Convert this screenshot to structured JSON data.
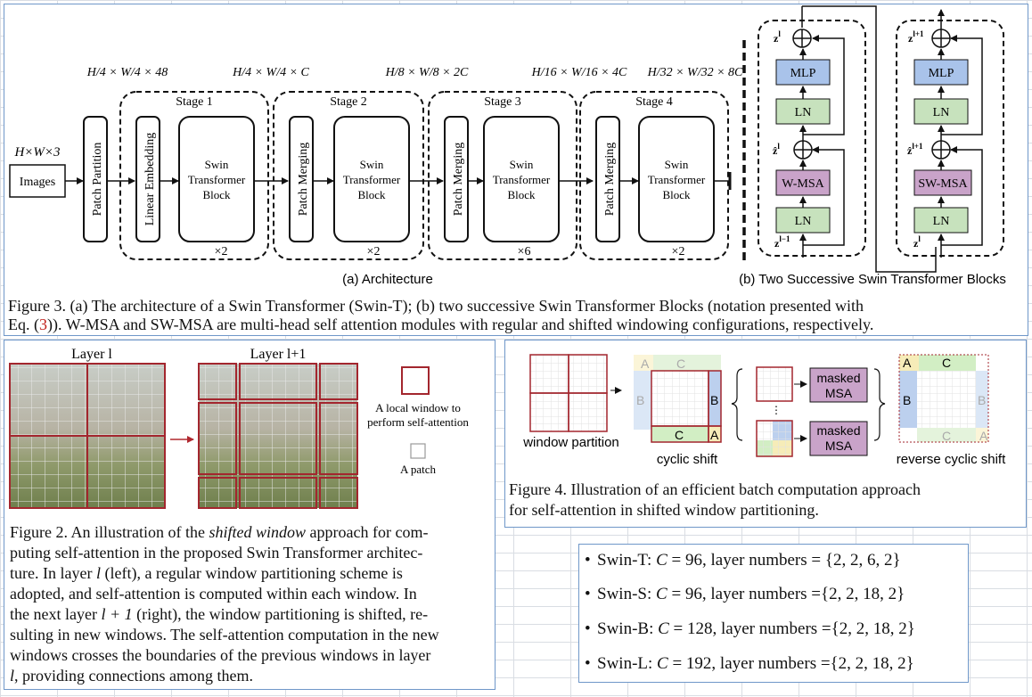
{
  "figure3": {
    "dims": {
      "stage1": "H/4 × W/4 × 48",
      "stage1_out": "H/4 × W/4 × C",
      "stage2_out": "H/8 × W/8 × 2C",
      "stage3_out": "H/16 × W/16 × 4C",
      "stage4_out": "H/32 × W/32 × 8C"
    },
    "input_dim": "H×W×3",
    "images_label": "Images",
    "patch_partition": "Patch Partition",
    "linear_embedding": "Linear Embedding",
    "patch_merging": "Patch Merging",
    "swin_block_lines": [
      "Swin",
      "Transformer",
      "Block"
    ],
    "stages": [
      {
        "label": "Stage 1",
        "repeat": "×2"
      },
      {
        "label": "Stage 2",
        "repeat": "×2"
      },
      {
        "label": "Stage 3",
        "repeat": "×6"
      },
      {
        "label": "Stage 4",
        "repeat": "×2"
      }
    ],
    "block_a": {
      "mlp": "MLP",
      "ln": "LN",
      "msa": "W-MSA",
      "z_out": "z^l",
      "z_hat": "ẑ^l",
      "z_in": "z^{l−1}"
    },
    "block_b": {
      "mlp": "MLP",
      "ln": "LN",
      "msa": "SW-MSA",
      "z_out": "z^{l+1}",
      "z_hat": "ẑ^{l+1}",
      "z_in": "z^l"
    },
    "sub_a": "(a) Architecture",
    "sub_b": "(b) Two Successive Swin Transformer Blocks",
    "caption_1": "Figure 3. (a) The architecture of a Swin Transformer (Swin-T); (b) two successive Swin Transformer Blocks (notation presented with",
    "caption_2a": "Eq. (",
    "caption_ref": "3",
    "caption_2b": ")). W-MSA and SW-MSA are multi-head self attention modules with regular and shifted windowing configurations, respectively.",
    "colors": {
      "mlp": "#a9c3ea",
      "ln": "#c7e2bd",
      "msa": "#c9a3c9",
      "ref": "#c0201b"
    }
  },
  "figure2": {
    "layer_l": "Layer l",
    "layer_l1": "Layer l+1",
    "legend_window_1": "A local window to",
    "legend_window_2": "perform self-attention",
    "legend_patch": "A patch",
    "caption_lines": [
      [
        "Figure 2. An illustration of the ",
        "shifted window",
        " approach for com-"
      ],
      [
        "puting self-attention in the proposed Swin Transformer architec-"
      ],
      [
        "ture.  In layer ",
        "l",
        " (left), a regular window partitioning scheme is"
      ],
      [
        "adopted, and self-attention is computed within each window.  In"
      ],
      [
        "the next layer ",
        "l + 1",
        " (right), the window partitioning is shifted, re-"
      ],
      [
        "sulting in new windows. The self-attention computation in the new"
      ],
      [
        "windows crosses the boundaries of the previous windows in layer"
      ],
      [
        "",
        "l",
        ", providing connections among them."
      ]
    ]
  },
  "figure4": {
    "window_partition": "window partition",
    "cyclic_shift": "cyclic shift",
    "reverse_cyclic_shift": "reverse cyclic shift",
    "masked": "masked",
    "msa": "MSA",
    "letters": {
      "a": "A",
      "b": "B",
      "c": "C"
    },
    "dots": "⋮",
    "caption_1": "Figure 4. Illustration of an efficient batch computation approach",
    "caption_2": "for self-attention in shifted window partitioning."
  },
  "specs": [
    {
      "name": "Swin-T: ",
      "c": "C",
      "eq": " = 96, layer numbers = {2, 2, 6, 2}"
    },
    {
      "name": "Swin-S: ",
      "c": "C",
      "eq": " = 96, layer numbers ={2, 2, 18, 2}"
    },
    {
      "name": "Swin-B: ",
      "c": "C",
      "eq": " = 128, layer numbers ={2, 2, 18, 2}"
    },
    {
      "name": "Swin-L: ",
      "c": "C",
      "eq": " = 192, layer numbers ={2, 2, 18, 2}"
    }
  ],
  "bullet": "•"
}
